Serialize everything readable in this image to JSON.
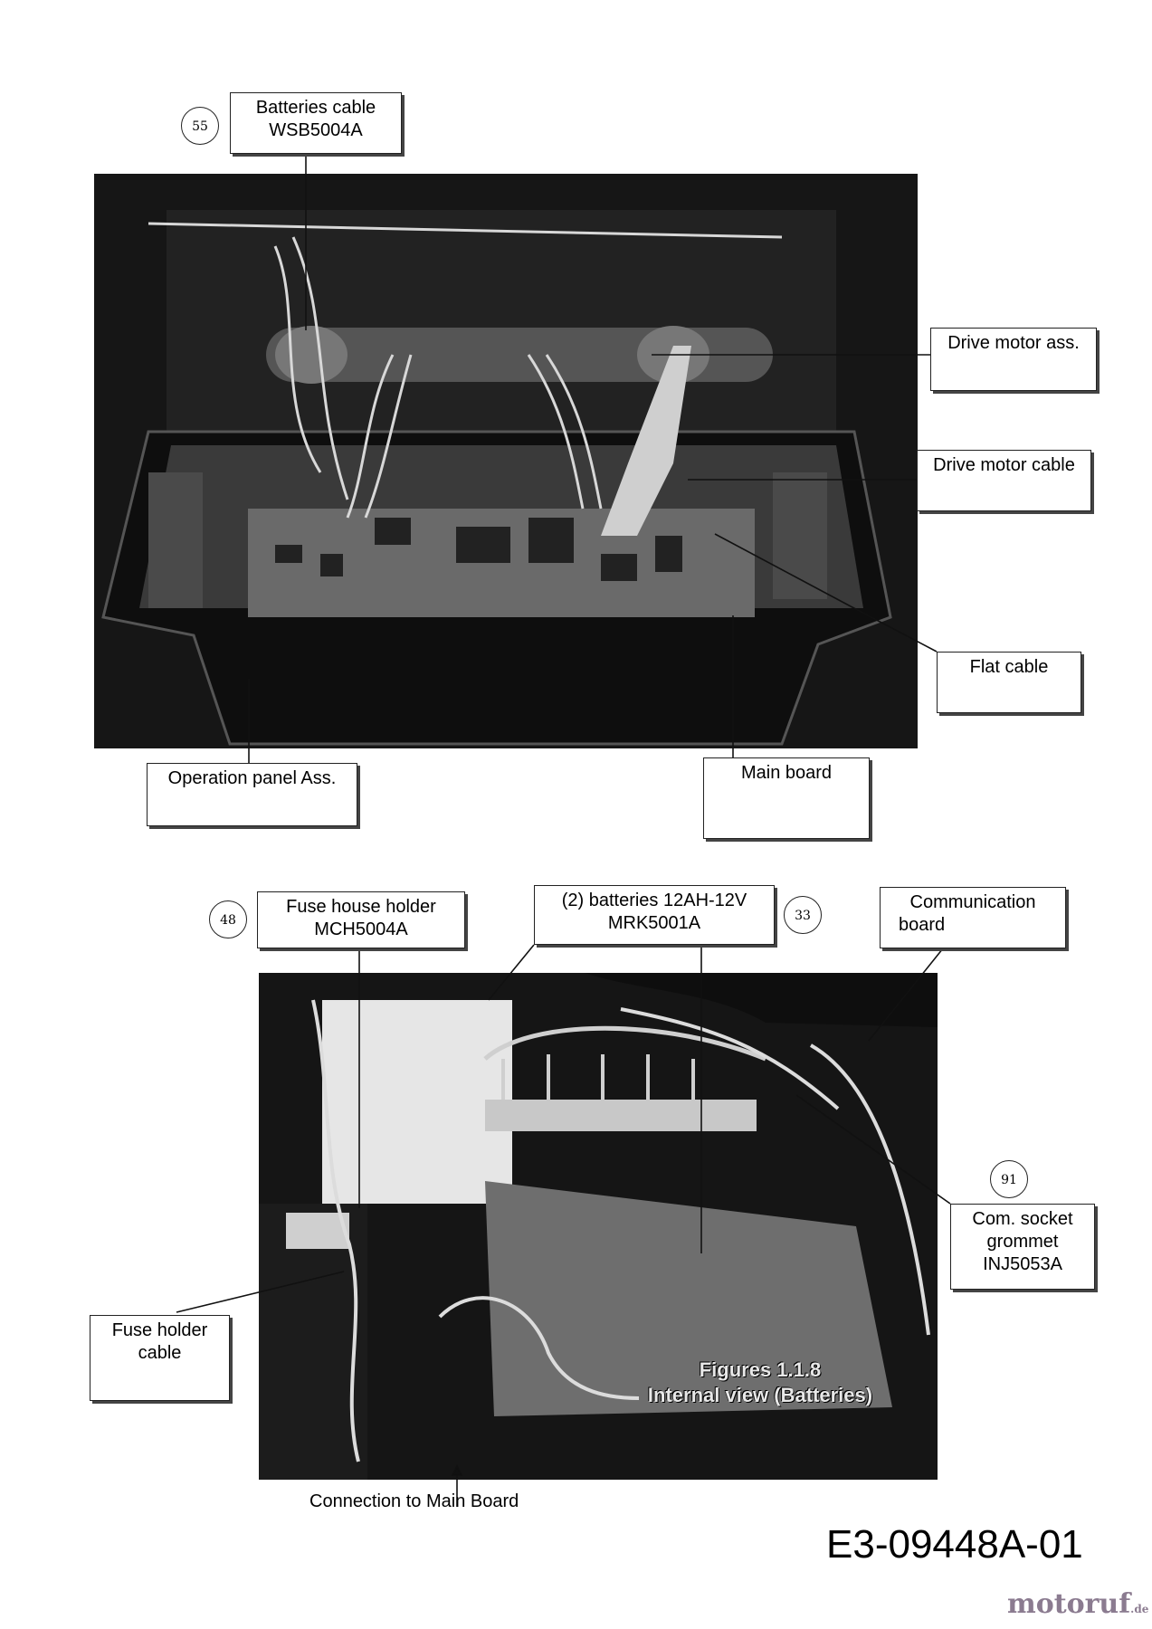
{
  "top_diagram": {
    "labels": {
      "batteries_cable": [
        "Batteries cable",
        "WSB5004A"
      ],
      "drive_motor_ass": [
        "Drive motor ass."
      ],
      "drive_motor_cable": [
        "Drive motor cable"
      ],
      "flat_cable": [
        "Flat cable"
      ],
      "operation_panel": [
        "Operation panel Ass."
      ],
      "main_board": [
        "Main board"
      ]
    },
    "numbers": {
      "batteries_cable": "55"
    }
  },
  "bottom_diagram": {
    "labels": {
      "fuse_house_holder": [
        "Fuse house holder",
        "MCH5004A"
      ],
      "batteries": [
        "(2) batteries 12AH-12V",
        "MRK5001A"
      ],
      "communication_board": [
        "Communication",
        "board"
      ],
      "com_socket": [
        "Com. socket",
        "grommet",
        "INJ5053A"
      ],
      "fuse_holder_cable": [
        "Fuse holder",
        "cable"
      ],
      "connection_main_board": "Connection to Main Board"
    },
    "numbers": {
      "fuse_house_holder": "48",
      "batteries": "33",
      "com_socket": "91"
    },
    "caption": [
      "Figures 1.1.8",
      "Internal view (Batteries)"
    ]
  },
  "document_id": "E3-09448A-01",
  "brand": {
    "name": "motoruf",
    "suffix": ".de"
  }
}
